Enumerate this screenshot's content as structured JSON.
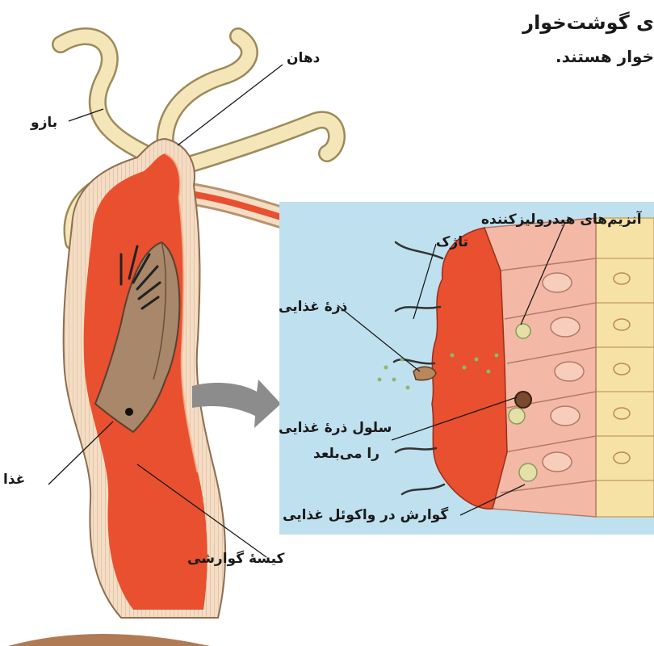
{
  "header": {
    "line1": "ی گوشت‌خوار",
    "line2": "‌خوار هستند."
  },
  "labels": {
    "mouth": "دهان",
    "arm": "بازو",
    "food": "غذا",
    "digestive_sac": "کیسهٔ گوارشی",
    "flagellum": "تاژک",
    "food_particle": "ذرهٔ غذایی",
    "hydrolytic_enzymes": "آنزیم‌های هیدرولیزکننده",
    "engulfing_cell_line1": "سلول ذرهٔ غذایی",
    "engulfing_cell_line2": "را می‌بلعد",
    "vacuole_digestion": "گوارش در واکوئل غذایی"
  },
  "colors": {
    "background": "#ffffff",
    "inset_background": "#bfe0ef",
    "cavity_red": "#e8502f",
    "body_wall": "#f3dcc2",
    "tentacle": "#f4e6b8",
    "prey": "#a8876a",
    "cell_pink": "#f3b9a6",
    "cell_cream": "#f7e2a5",
    "arrow_gray": "#8c8c8c",
    "label_text": "#1a1a1a"
  }
}
